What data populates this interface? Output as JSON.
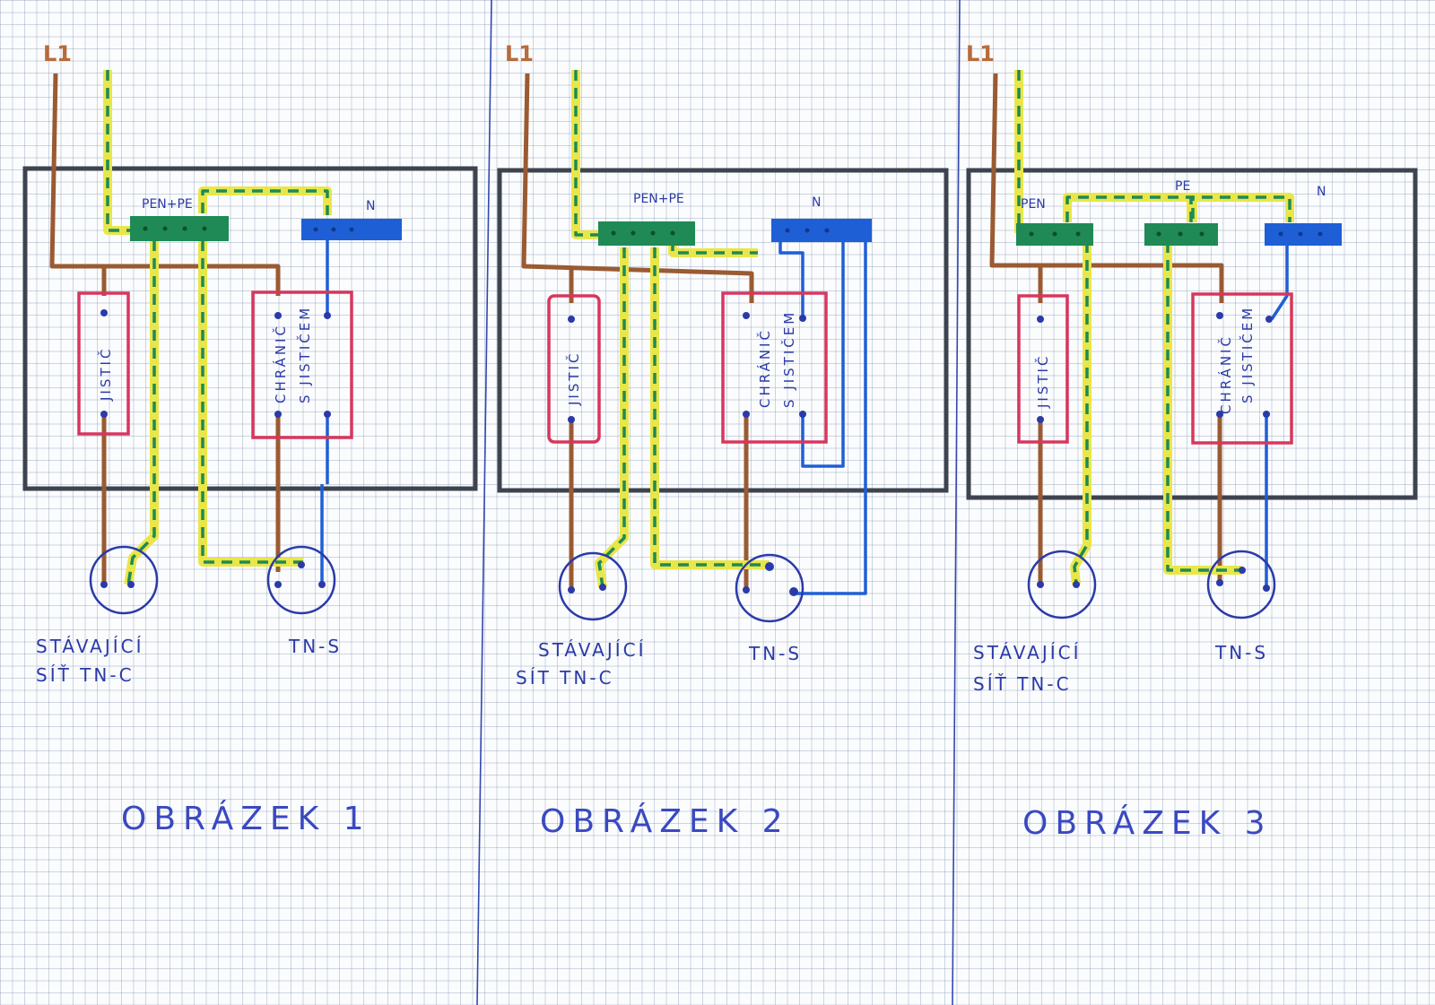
{
  "colors": {
    "phase": "#9a5a32",
    "pe_yellow": "#e9e64a",
    "pe_green": "#1f8a55",
    "neutral": "#1f5fd6",
    "box": "#3d4450",
    "device": "#d8365e",
    "ink": "#2b3aa8"
  },
  "panels": [
    {
      "phase_label": "L1",
      "bar_labels": {
        "pen_pe": "PEN+PE",
        "n": "N"
      },
      "breaker_label": "JISTIČ",
      "rcd_label": [
        "CHRÁNIČ",
        "S JISTIČEM"
      ],
      "source_label": [
        "STÁVAJÍCÍ",
        "SÍŤ TN-C"
      ],
      "target_label": "TN-S",
      "caption": "OBRÁZEK 1"
    },
    {
      "phase_label": "L1",
      "bar_labels": {
        "pen_pe": "PEN+PE",
        "n": "N"
      },
      "breaker_label": "JISTIČ",
      "rcd_label": [
        "CHRÁNIČ",
        "S JISTIČEM"
      ],
      "source_label": [
        "STÁVAJÍCÍ",
        "SÍT TN-C"
      ],
      "target_label": "TN-S",
      "caption": "OBRÁZEK 2"
    },
    {
      "phase_label": "L1",
      "bar_labels": {
        "pen": "PEN",
        "pe": "PE",
        "n": "N"
      },
      "breaker_label": "JISTIČ",
      "rcd_label": [
        "CHRÁNIČ",
        "S JISTIČEM"
      ],
      "source_label": [
        "STÁVAJÍCÍ",
        "SÍŤ TN-C"
      ],
      "target_label": "TN-S",
      "caption": "OBRÁZEK 3"
    }
  ]
}
